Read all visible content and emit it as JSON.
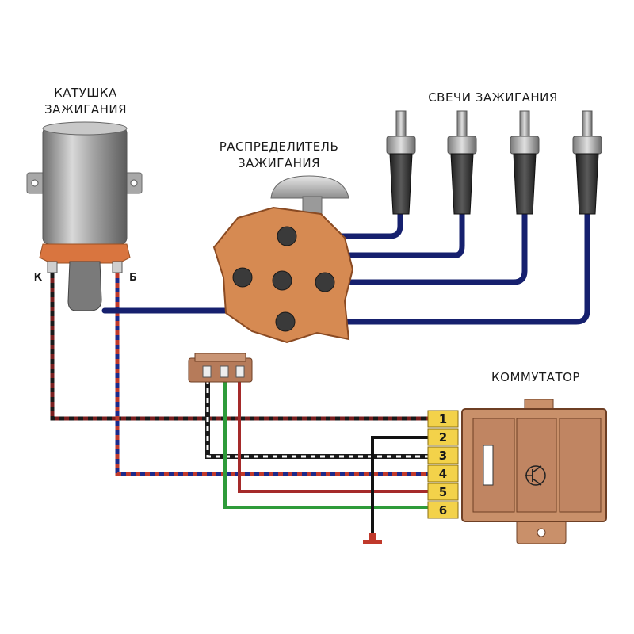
{
  "labels": {
    "coil_line1": "КАТУШКА",
    "coil_line2": "ЗАЖИГАНИЯ",
    "distributor_line1": "РАСПРЕДЕЛИТЕЛЬ",
    "distributor_line2": "ЗАЖИГАНИЯ",
    "spark_plugs": "СВЕЧИ ЗАЖИГАНИЯ",
    "switch_unit": "КОММУТАТОР",
    "coil_terminal_k": "К",
    "coil_terminal_b": "Б"
  },
  "commutator_pins": [
    "1",
    "2",
    "3",
    "4",
    "5",
    "6"
  ],
  "colors": {
    "hv_wire": "#16206e",
    "wire_red": "#a52a2a",
    "wire_green": "#2e9b3a",
    "wire_black": "#111111",
    "distributor": "#d68a52",
    "commutator": "#c9906a",
    "pin_block": "#f3d24a",
    "coil_body": "#9c9c9c"
  }
}
